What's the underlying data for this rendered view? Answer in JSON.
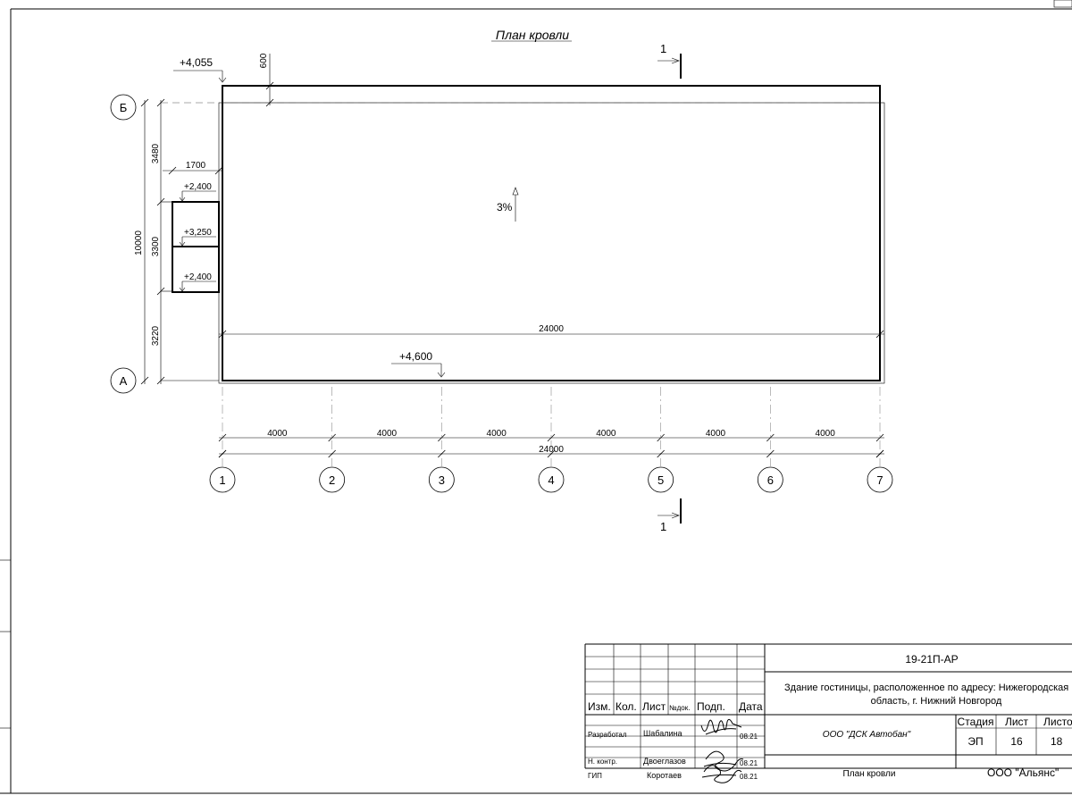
{
  "drawing": {
    "title": "План кровли",
    "slope_label": "3%",
    "elevations": {
      "roof_top_left": "+4,055",
      "roof_bottom": "+4,600",
      "annex_top": "+2,400",
      "annex_mid": "+3,250",
      "annex_bottom": "+2,400"
    },
    "section_marks": {
      "top": "1",
      "bottom": "1"
    },
    "row_axes": [
      "Б",
      "А"
    ],
    "column_axes": [
      "1",
      "2",
      "3",
      "4",
      "5",
      "6",
      "7"
    ],
    "dimensions": {
      "parapet_offset": "600",
      "annex_width": "1700",
      "left_total": "10000",
      "left_segments": [
        "3480",
        "3300",
        "3220"
      ],
      "inner_length": "24000",
      "bays": [
        "4000",
        "4000",
        "4000",
        "4000",
        "4000",
        "4000"
      ],
      "bottom_total": "24000"
    }
  },
  "title_block": {
    "doc_code": "19-21П-АР",
    "object_line1": "Здание гостиницы, расположенное по адресу: Нижегородская",
    "object_line2": "область, г. Нижний Новгород",
    "headers": {
      "izm": "Изм.",
      "kol": "Кол.",
      "list": "Лист",
      "ndok": "№док.",
      "podp": "Подп.",
      "data": "Дата"
    },
    "stage_headers": {
      "stage": "Стадия",
      "sheet": "Лист",
      "sheets": "Листов"
    },
    "stage_values": {
      "stage": "ЭП",
      "sheet": "16",
      "sheets": "18"
    },
    "developer_org": "ООО \"ДСК Автобан\"",
    "sheet_name": "План кровли",
    "company": "ООО \"Альянс\"",
    "signers": [
      {
        "role": "Разработал",
        "name": "Шабалина",
        "date": "08.21"
      },
      {
        "role": "Н. контр.",
        "name": "Двоеглазов",
        "date": "08.21"
      },
      {
        "role": "ГИП",
        "name": "Коротаев",
        "date": "08.21"
      }
    ]
  }
}
